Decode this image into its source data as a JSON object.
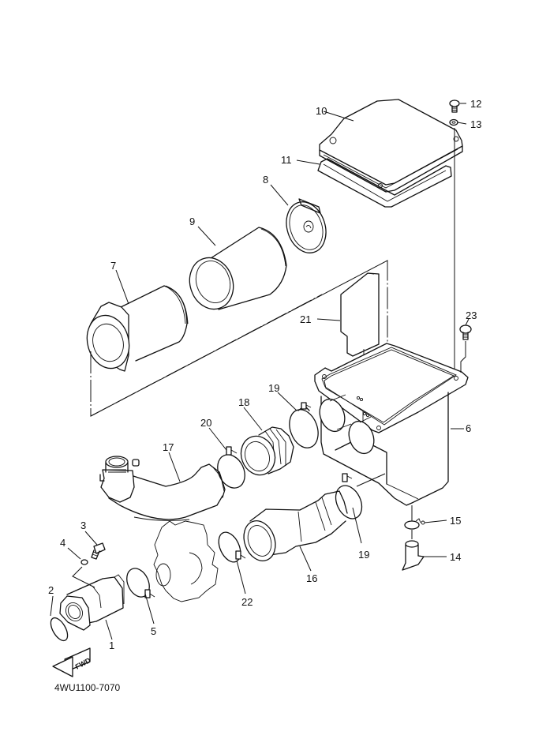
{
  "diagram": {
    "title": "Air cleaner / intake exploded parts view",
    "drawing_code": "4WU1100-7070",
    "direction_arrow_label": "FWD",
    "callouts": [
      {
        "id": "c1",
        "label": "1"
      },
      {
        "id": "c2",
        "label": "2"
      },
      {
        "id": "c3",
        "label": "3"
      },
      {
        "id": "c4",
        "label": "4"
      },
      {
        "id": "c5",
        "label": "5"
      },
      {
        "id": "c6",
        "label": "6"
      },
      {
        "id": "c7",
        "label": "7"
      },
      {
        "id": "c8",
        "label": "8"
      },
      {
        "id": "c9",
        "label": "9"
      },
      {
        "id": "c10",
        "label": "10"
      },
      {
        "id": "c11",
        "label": "11"
      },
      {
        "id": "c12",
        "label": "12"
      },
      {
        "id": "c13",
        "label": "13"
      },
      {
        "id": "c14",
        "label": "14"
      },
      {
        "id": "c15",
        "label": "15"
      },
      {
        "id": "c16",
        "label": "16"
      },
      {
        "id": "c17",
        "label": "17"
      },
      {
        "id": "c18",
        "label": "18"
      },
      {
        "id": "c19a",
        "label": "19"
      },
      {
        "id": "c19b",
        "label": "19"
      },
      {
        "id": "c20",
        "label": "20"
      },
      {
        "id": "c21",
        "label": "21"
      },
      {
        "id": "c22",
        "label": "22"
      },
      {
        "id": "c23",
        "label": "23"
      }
    ],
    "parts": [
      {
        "ref": "1",
        "name": "intake-joint"
      },
      {
        "ref": "2",
        "name": "o-ring"
      },
      {
        "ref": "3",
        "name": "bolt"
      },
      {
        "ref": "4",
        "name": "washer"
      },
      {
        "ref": "5",
        "name": "hose-clamp"
      },
      {
        "ref": "6",
        "name": "air-filter-case"
      },
      {
        "ref": "7",
        "name": "element-holder"
      },
      {
        "ref": "8",
        "name": "element-cap"
      },
      {
        "ref": "9",
        "name": "air-filter-element"
      },
      {
        "ref": "10",
        "name": "case-cover"
      },
      {
        "ref": "11",
        "name": "cover-gasket"
      },
      {
        "ref": "12",
        "name": "screw"
      },
      {
        "ref": "13",
        "name": "washer"
      },
      {
        "ref": "14",
        "name": "drain-joint"
      },
      {
        "ref": "15",
        "name": "clip"
      },
      {
        "ref": "16",
        "name": "joint-duct"
      },
      {
        "ref": "17",
        "name": "intake-duct"
      },
      {
        "ref": "18",
        "name": "boot-joint"
      },
      {
        "ref": "19",
        "name": "hose-clamp"
      },
      {
        "ref": "20",
        "name": "hose-clamp"
      },
      {
        "ref": "21",
        "name": "seal-plate"
      },
      {
        "ref": "22",
        "name": "hose-clamp"
      },
      {
        "ref": "23",
        "name": "flange-bolt"
      }
    ]
  }
}
